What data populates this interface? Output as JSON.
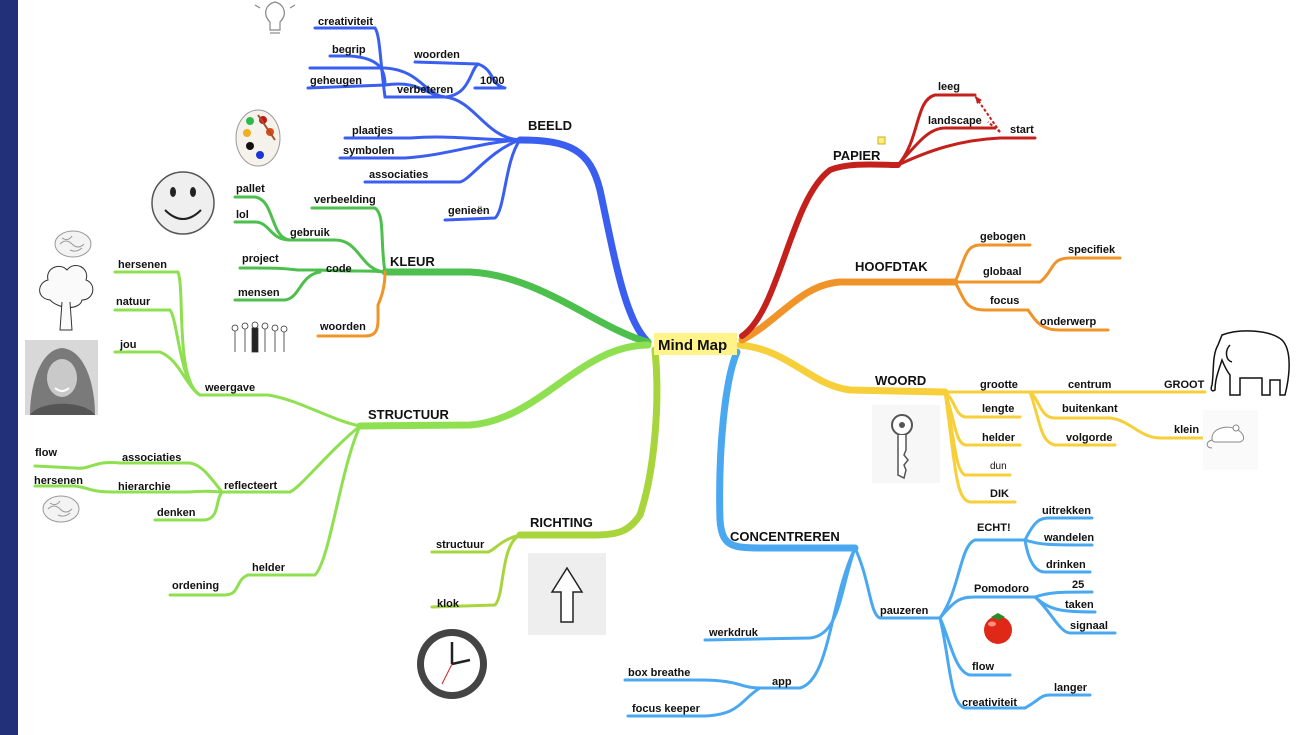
{
  "center": "Mind Map",
  "colors": {
    "beeld": "#3a5ff0",
    "kleur": "#4cbf4c",
    "structuur": "#8ee050",
    "richting": "#a8d43c",
    "concentreren": "#4aa8f0",
    "woord": "#f6cf3a",
    "hoofdtak": "#f0942a",
    "papier": "#c4201c",
    "center_bg": "#fff38a"
  },
  "branches": {
    "beeld": {
      "title": "BEELD",
      "items": [
        "creativiteit",
        "begrip",
        "geheugen",
        "verbeteren",
        "woorden",
        "1000",
        "plaatjes",
        "symbolen",
        "associaties",
        "genieën"
      ]
    },
    "kleur": {
      "title": "KLEUR",
      "items": [
        "pallet",
        "lol",
        "verbeelding",
        "gebruik",
        "project",
        "code",
        "mensen",
        "woorden"
      ]
    },
    "structuur": {
      "title": "STRUCTUUR",
      "items": [
        "hersenen",
        "natuur",
        "jou",
        "weergave",
        "flow",
        "associaties",
        "hersenen",
        "hierarchie",
        "reflecteert",
        "denken",
        "helder",
        "ordening"
      ]
    },
    "richting": {
      "title": "RICHTING",
      "items": [
        "structuur",
        "klok"
      ]
    },
    "concentreren": {
      "title": "CONCENTREREN",
      "items": [
        "ECHT!",
        "uitrekken",
        "wandelen",
        "drinken",
        "Pomodoro",
        "25",
        "taken",
        "signaal",
        "pauzeren",
        "werkdruk",
        "flow",
        "langer",
        "creativiteit",
        "app",
        "box breathe",
        "focus keeper"
      ]
    },
    "woord": {
      "title": "WOORD",
      "items": [
        "grootte",
        "centrum",
        "GROOT",
        "lengte",
        "buitenkant",
        "klein",
        "helder",
        "volgorde",
        "dun",
        "DIK"
      ]
    },
    "hoofdtak": {
      "title": "HOOFDTAK",
      "items": [
        "gebogen",
        "specifiek",
        "globaal",
        "focus",
        "onderwerp"
      ]
    },
    "papier": {
      "title": "PAPIER",
      "items": [
        "leeg",
        "landscape",
        "start"
      ]
    }
  },
  "icons": [
    "lightbulb-icon",
    "palette-icon",
    "smiley-icon",
    "brain-icon",
    "tree-icon",
    "woman-photo-icon",
    "crowd-icon",
    "arrow-up-icon",
    "clock-icon",
    "key-icon",
    "tomato-icon",
    "elephant-icon",
    "mouse-icon"
  ]
}
